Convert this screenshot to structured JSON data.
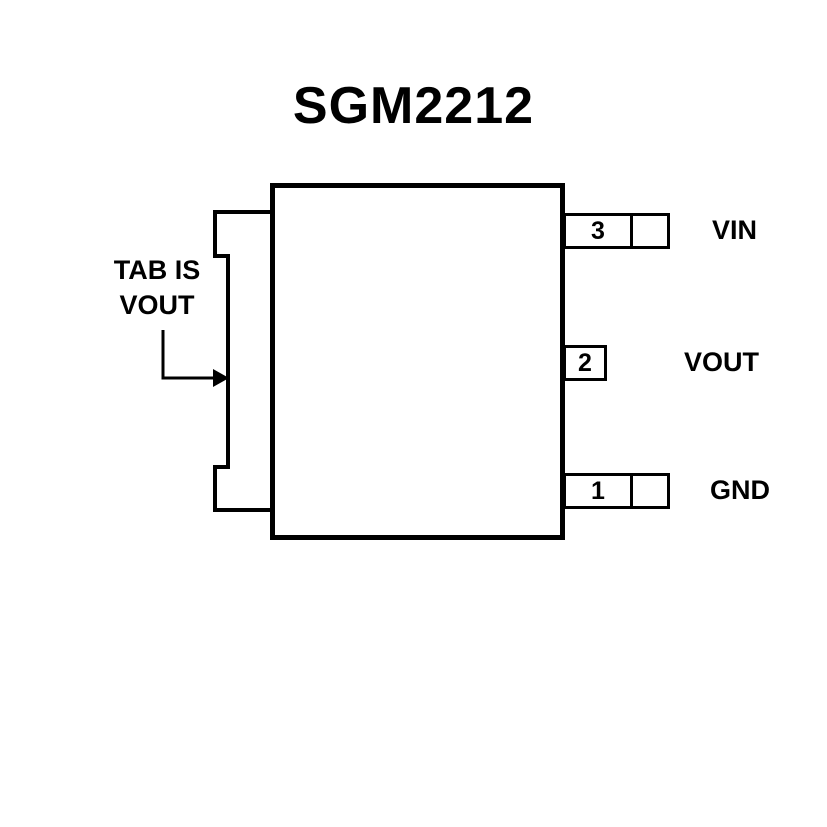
{
  "title": "SGM2212",
  "tab_note": {
    "line1": "TAB IS",
    "line2": "VOUT"
  },
  "pins": [
    {
      "number": "3",
      "label": "VIN"
    },
    {
      "number": "2",
      "label": "VOUT"
    },
    {
      "number": "1",
      "label": "GND"
    }
  ],
  "colors": {
    "line": "#000000",
    "background": "#ffffff"
  }
}
